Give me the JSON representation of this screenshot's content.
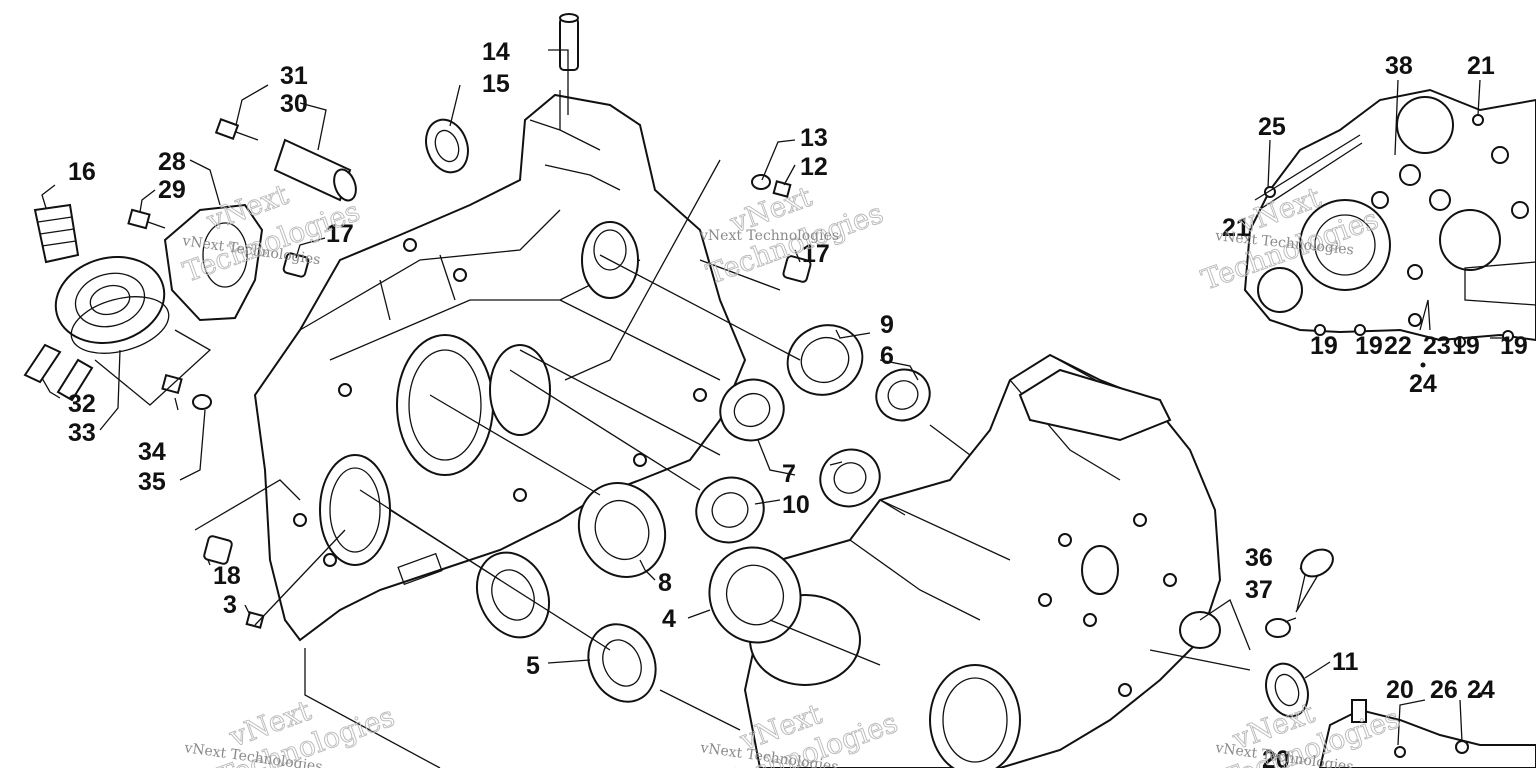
{
  "diagram": {
    "callouts": [
      {
        "id": "c14",
        "label": "14"
      },
      {
        "id": "c15",
        "label": "15"
      },
      {
        "id": "c31",
        "label": "31"
      },
      {
        "id": "c30",
        "label": "30"
      },
      {
        "id": "c16",
        "label": "16"
      },
      {
        "id": "c28",
        "label": "28"
      },
      {
        "id": "c29",
        "label": "29"
      },
      {
        "id": "c17a",
        "label": "17"
      },
      {
        "id": "c13",
        "label": "13"
      },
      {
        "id": "c12",
        "label": "12"
      },
      {
        "id": "c17b",
        "label": "17"
      },
      {
        "id": "c9",
        "label": "9"
      },
      {
        "id": "c6",
        "label": "6"
      },
      {
        "id": "c7",
        "label": "7"
      },
      {
        "id": "c10",
        "label": "10"
      },
      {
        "id": "c32",
        "label": "32"
      },
      {
        "id": "c33",
        "label": "33"
      },
      {
        "id": "c34",
        "label": "34"
      },
      {
        "id": "c35",
        "label": "35"
      },
      {
        "id": "c18",
        "label": "18"
      },
      {
        "id": "c3",
        "label": "3"
      },
      {
        "id": "c8",
        "label": "8"
      },
      {
        "id": "c4",
        "label": "4"
      },
      {
        "id": "c5",
        "label": "5"
      },
      {
        "id": "c38",
        "label": "38"
      },
      {
        "id": "c21a",
        "label": "21"
      },
      {
        "id": "c25",
        "label": "25"
      },
      {
        "id": "c21b",
        "label": "21"
      },
      {
        "id": "c19a",
        "label": "19"
      },
      {
        "id": "c19b",
        "label": "19"
      },
      {
        "id": "c22",
        "label": "22"
      },
      {
        "id": "c23",
        "label": "23"
      },
      {
        "id": "c19c",
        "label": "19"
      },
      {
        "id": "c19d",
        "label": "19"
      },
      {
        "id": "c24a",
        "label": "24"
      },
      {
        "id": "c36",
        "label": "36"
      },
      {
        "id": "c37",
        "label": "37"
      },
      {
        "id": "c11",
        "label": "11"
      },
      {
        "id": "c20a",
        "label": "20"
      },
      {
        "id": "c26",
        "label": "26"
      },
      {
        "id": "c24b",
        "label": "24"
      },
      {
        "id": "c20b",
        "label": "20"
      }
    ],
    "watermark": {
      "brand": "vNext",
      "word": "Technologies",
      "line": "vNext Technologies"
    }
  }
}
